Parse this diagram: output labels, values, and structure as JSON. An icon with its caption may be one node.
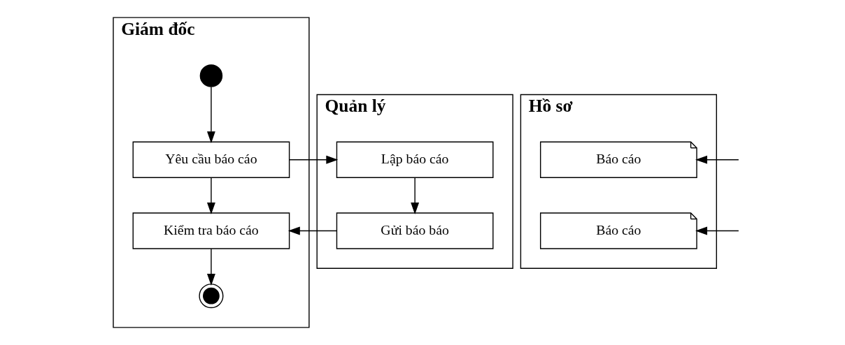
{
  "diagram": {
    "nodes": [
      {
        "text": [
          "Giám đốc"
        ]
      },
      {
        "text": [
          "Quản lý"
        ]
      },
      {
        "text": [
          "Hồ sơ"
        ]
      },
      {
        "text": [],
        "shape": "circle",
        "in": 0
      },
      {
        "text": [
          "Yêu cầu báo cáo"
        ],
        "in": 0
      },
      {
        "text": [
          "Kiểm tra báo cáo"
        ],
        "in": 0
      },
      {
        "text": [],
        "shape": "bullseye",
        "in": 0
      },
      {
        "text": [
          "Lập báo cáo"
        ],
        "in": 1
      },
      {
        "text": [
          "Gửi báo báo"
        ],
        "in": 1
      },
      {
        "text": [
          "Báo cáo"
        ],
        "in": 2
      },
      {
        "text": [
          "Báo cáo"
        ],
        "in": 2
      }
    ],
    "edges": [
      {
        "from": 3,
        "to": 4,
        "arrow": "to"
      },
      {
        "from": 4,
        "to": 7,
        "arrow": "to"
      },
      {
        "from": 4,
        "to": 5,
        "arrow": "to"
      },
      {
        "from": 7,
        "to": 8,
        "arrow": "to"
      },
      {
        "from": 8,
        "to": 5,
        "arrow": "to"
      },
      {
        "from": 5,
        "to": 6,
        "arrow": "to"
      },
      {
        "from": null,
        "to": 9,
        "arrow": "to"
      },
      {
        "from": null,
        "to": 10,
        "arrow": "to"
      }
    ]
  }
}
